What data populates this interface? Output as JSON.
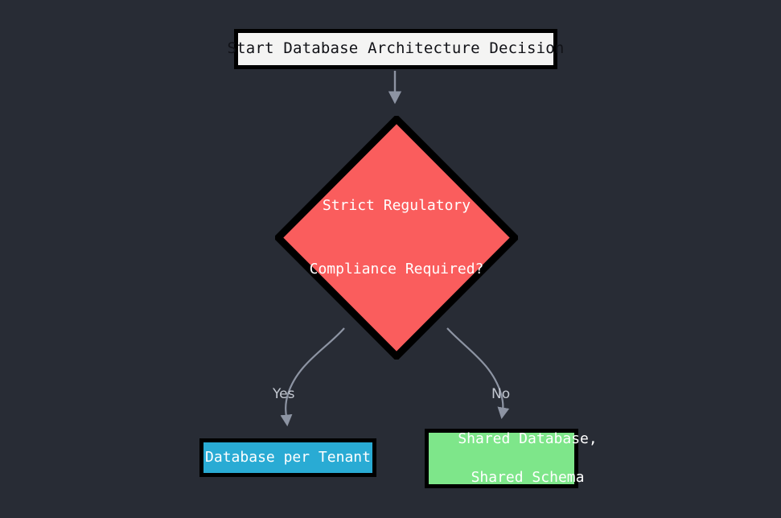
{
  "diagram": {
    "type": "flowchart",
    "title": "Database Architecture Decision",
    "background_color": "#282c35",
    "edge_color": "#8d94a3",
    "nodes": [
      {
        "id": "start",
        "shape": "rectangle",
        "label": "Start Database Architecture Decision",
        "fill": "#f4f4f3",
        "text_color": "#111217",
        "border_color": "#000000"
      },
      {
        "id": "decision",
        "shape": "diamond",
        "label_line1": "Strict Regulatory",
        "label_line2": "Compliance Required?",
        "fill": "#fa5d5d",
        "text_color": "#ffffff",
        "border_color": "#000000"
      },
      {
        "id": "tenant",
        "shape": "rectangle",
        "label": "Database per Tenant",
        "fill": "#29abd4",
        "text_color": "#ffffff",
        "border_color": "#000000"
      },
      {
        "id": "shared",
        "shape": "rectangle",
        "label_line1": "Shared Database,",
        "label_line2": "Shared Schema",
        "fill": "#7ee68a",
        "text_color": "#ffffff",
        "border_color": "#000000"
      }
    ],
    "edges": [
      {
        "id": "start-to-decision",
        "from": "start",
        "to": "decision",
        "label": ""
      },
      {
        "id": "decision-to-tenant",
        "from": "decision",
        "to": "tenant",
        "label": "Yes"
      },
      {
        "id": "decision-to-shared",
        "from": "decision",
        "to": "shared",
        "label": "No"
      }
    ]
  }
}
